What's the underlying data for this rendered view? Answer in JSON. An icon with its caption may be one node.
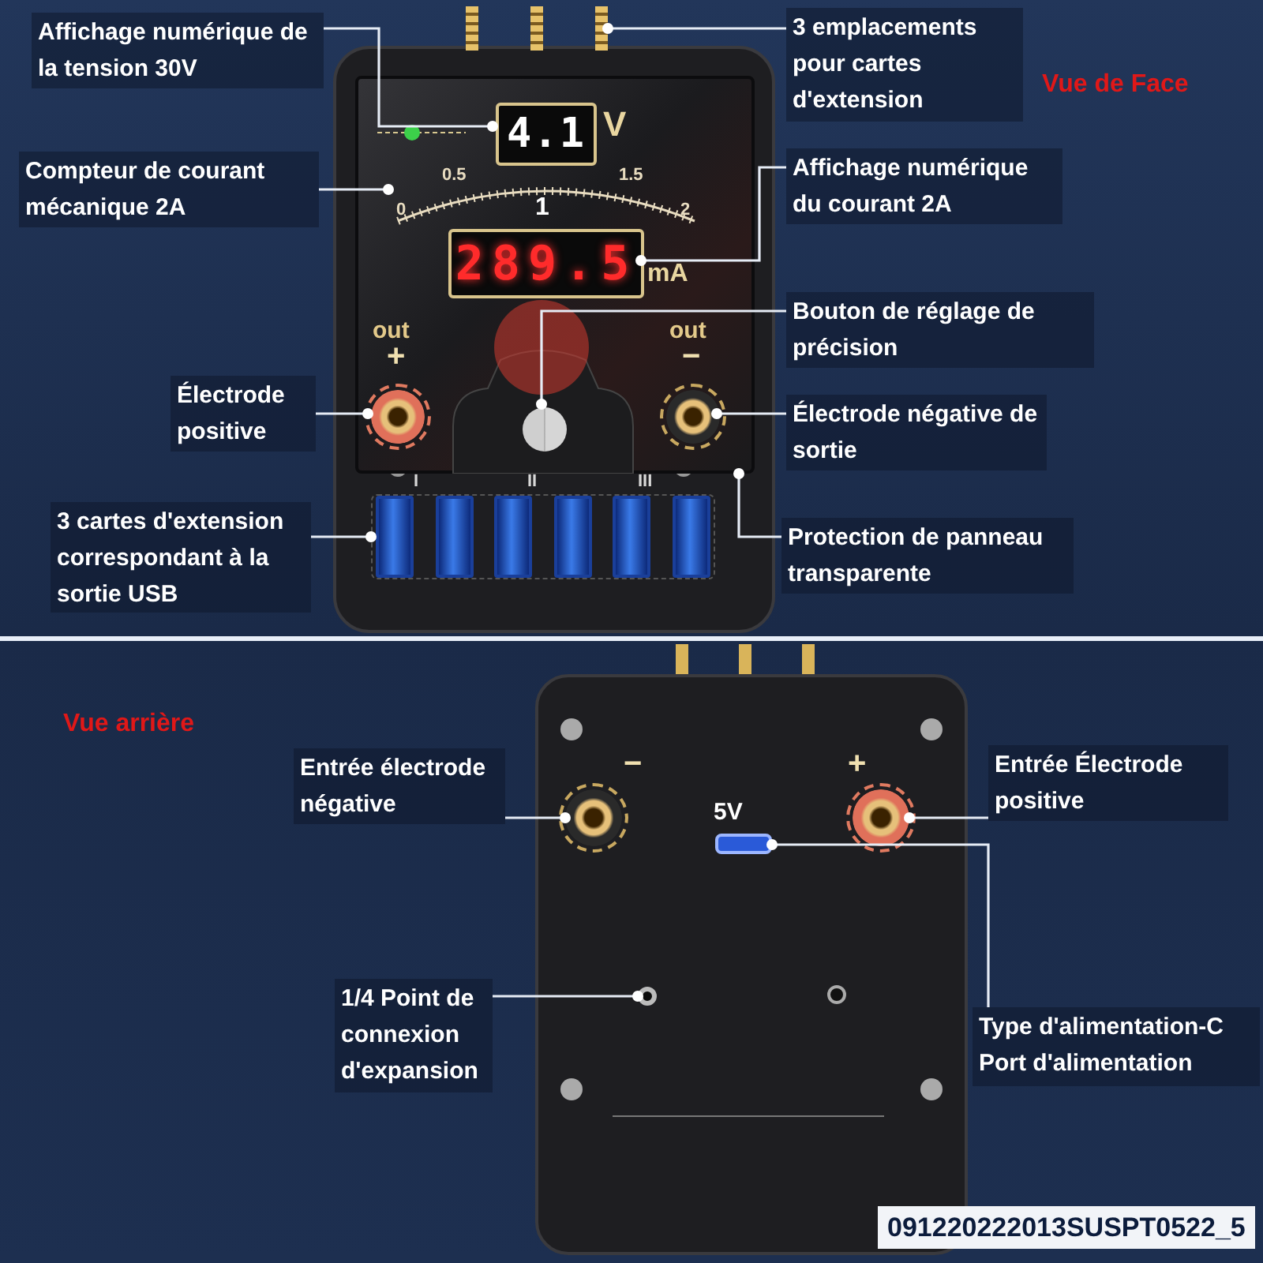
{
  "diagram": {
    "nodes": [
      {
        "text": [
          "Affichage numérique de la tension 30V"
        ]
      },
      {
        "text": [
          "3 emplacements pour cartes d'extension"
        ]
      },
      {
        "text": [
          "Compteur de courant mécanique 2A"
        ]
      },
      {
        "text": [
          "Affichage numérique du courant 2A"
        ]
      },
      {
        "text": [
          "Bouton de réglage de précision"
        ]
      },
      {
        "text": [
          "Électrode positive"
        ]
      },
      {
        "text": [
          "Électrode négative de sortie"
        ]
      },
      {
        "text": [
          "3 cartes d'extension correspondant à la sortie USB"
        ]
      },
      {
        "text": [
          "Protection de panneau transparente"
        ]
      },
      {
        "text": [],
        "shape": "box"
      },
      {
        "text": [],
        "shape": "box"
      },
      {
        "text": [
          "4.1"
        ],
        "in": 10,
        "beside": [
          "V"
        ]
      },
      {
        "text": [],
        "shape": "gauge",
        "in": 10
      },
      {
        "text": [
          "289.5"
        ],
        "in": 10,
        "beside": [
          "mA"
        ]
      },
      {
        "text": [],
        "shape": "circle",
        "in": 10
      },
      {
        "text": [],
        "shape": "circle",
        "in": 10,
        "beside": [
          "out",
          "+"
        ]
      },
      {
        "text": [],
        "shape": "circle",
        "in": 10,
        "beside": [
          "out",
          "−"
        ]
      },
      {
        "text": [],
        "shape": "box"
      },
      {
        "text": [
          "Entrée électrode négative"
        ]
      },
      {
        "text": [
          "Entrée Électrode positive"
        ]
      },
      {
        "text": [
          "1/4 Point de connexion d'expansion"
        ]
      },
      {
        "text": [
          "Type d'alimentation-C Port d'alimentation"
        ]
      },
      {
        "text": [],
        "shape": "circle",
        "beside": [
          "−"
        ]
      },
      {
        "text": [],
        "shape": "circle",
        "beside": [
          "+"
        ]
      },
      {
        "text": [],
        "shape": "box",
        "beside": [
          "5V"
        ]
      },
      {
        "text": [],
        "shape": "circle"
      }
    ],
    "edges": [
      {
        "from": 0,
        "to": 11,
        "arrow": "other"
      },
      {
        "from": 1,
        "to": 9,
        "arrow": "other"
      },
      {
        "from": 2,
        "to": 12,
        "arrow": "other"
      },
      {
        "from": 3,
        "to": 13,
        "arrow": "other"
      },
      {
        "from": 4,
        "to": 14,
        "arrow": "other"
      },
      {
        "from": 5,
        "to": 15,
        "arrow": "other"
      },
      {
        "from": 6,
        "to": 16,
        "arrow": "other"
      },
      {
        "from": 7,
        "to": 17,
        "arrow": "other"
      },
      {
        "from": 8,
        "to": 10,
        "arrow": "other"
      },
      {
        "from": 18,
        "to": 22,
        "arrow": "other"
      },
      {
        "from": 19,
        "to": 23,
        "arrow": "other"
      },
      {
        "from": 21,
        "to": 24,
        "arrow": "other"
      },
      {
        "from": 20,
        "to": 25,
        "arrow": "other"
      }
    ],
    "labels": [
      "Vue de Face",
      "0",
      "0.5",
      "1",
      "1.5",
      "2",
      "I",
      "II",
      "III",
      "Vue arrière",
      "091220222013SUSPT0522_5"
    ]
  }
}
